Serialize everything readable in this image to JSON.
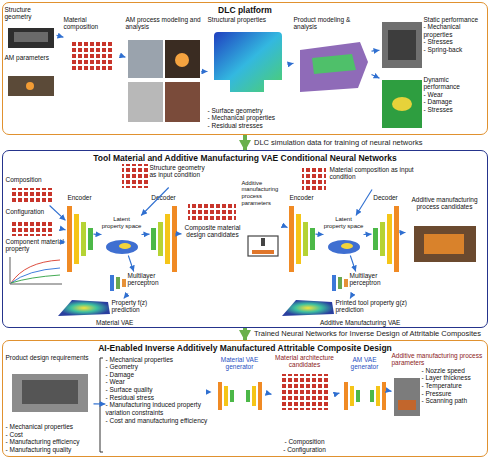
{
  "diagram": {
    "nodes": [
      {
        "text": [
          "DLC platform"
        ]
      },
      {
        "text": [
          "Structure geometry"
        ],
        "in": 0
      },
      {
        "text": [
          "AM parameters"
        ],
        "in": 0
      },
      {
        "text": [
          "Material composition"
        ],
        "in": 0
      },
      {
        "text": [
          "AM process modeling and analysis"
        ],
        "in": 0
      },
      {
        "text": [
          "Structural properties",
          "- Surface geometry",
          "- Mechanical properties",
          "- Residual stresses"
        ],
        "in": 0
      },
      {
        "text": [
          "Product modeling & analysis"
        ],
        "in": 0
      },
      {
        "text": [
          "Static performance",
          "- Mechanical properties",
          "- Stresses",
          "- Spring-back"
        ],
        "in": 0
      },
      {
        "text": [
          "Dynamic performance",
          "- Wear",
          "- Damage",
          "- Stresses"
        ],
        "in": 0
      },
      {
        "text": [
          "Tool Material and Additive Manufacturing VAE Conditional Neural Networks"
        ]
      },
      {
        "text": [
          "Structure geometry as input condition"
        ],
        "in": 9
      },
      {
        "text": [
          "Composition"
        ],
        "in": 9
      },
      {
        "text": [
          "Configuration"
        ],
        "in": 9
      },
      {
        "text": [
          "Component material property"
        ],
        "in": 9
      },
      {
        "text": [
          "Encoder"
        ],
        "in": 9
      },
      {
        "text": [
          "Latent property space"
        ],
        "in": 9
      },
      {
        "text": [
          "Decoder"
        ],
        "in": 9
      },
      {
        "text": [
          "Composite material design candidates"
        ],
        "in": 9
      },
      {
        "text": [
          "Multilayer perceptron"
        ],
        "in": 9
      },
      {
        "text": [
          "Property f(z) prediction"
        ],
        "in": 9
      },
      {
        "text": [
          "Material composition as input condition"
        ],
        "in": 9
      },
      {
        "text": [
          "Additive manufacturing process parameters"
        ],
        "in": 9
      },
      {
        "text": [
          "Encoder"
        ],
        "in": 9
      },
      {
        "text": [
          "Latent property space"
        ],
        "in": 9
      },
      {
        "text": [
          "Decoder"
        ],
        "in": 9
      },
      {
        "text": [
          "Additive manufacturing process candidates"
        ],
        "in": 9
      },
      {
        "text": [
          "Multilayer perceptron"
        ],
        "in": 9
      },
      {
        "text": [
          "Printed tool property g(z) prediction"
        ],
        "in": 9
      },
      {
        "text": [
          "AI-Enabled Inverse Additively Manufactured Attritable Composite Design"
        ]
      },
      {
        "text": [
          "Product design requirements",
          "- Mechanical properties",
          "- Cost",
          "- Manufacturing efficiency",
          "- Manufacturing quality"
        ],
        "in": 28
      },
      {
        "text": [
          "- Mechanical properties",
          "- Geometry",
          "- Damage",
          "- Wear",
          "- Surface quality",
          "- Residual stress",
          "- Manufacturing induced property variation constraints",
          "- Cost and manufacturing efficiency"
        ],
        "in": 28
      },
      {
        "text": [
          "Material VAE generator"
        ],
        "in": 28
      },
      {
        "text": [
          "Material architecture candidates",
          "- Composition",
          "- Configuration"
        ],
        "in": 28
      },
      {
        "text": [
          "AM VAE generator"
        ],
        "in": 28
      },
      {
        "text": [
          "Additive manufacturing process parameters",
          "- Nozzle speed",
          "- Layer thickness",
          "- Temperature",
          "- Pressure",
          "- Scanning path"
        ],
        "in": 28
      }
    ],
    "edges": [
      {
        "from": 0,
        "to": 9,
        "arrow": "to",
        "label": "DLC simulation data for training of neural networks"
      },
      {
        "from": 9,
        "to": 28,
        "arrow": "to",
        "label": "Trained Neural Networks for Inverse Design of Attritable Composites"
      },
      {
        "from": 1,
        "to": 3,
        "arrow": "to"
      },
      {
        "from": 3,
        "to": 4,
        "arrow": "to"
      },
      {
        "from": 4,
        "to": 5,
        "arrow": "to"
      },
      {
        "from": 5,
        "to": 6,
        "arrow": "to"
      },
      {
        "from": 6,
        "to": 7,
        "arrow": "to"
      },
      {
        "from": 6,
        "to": 8,
        "arrow": "to"
      },
      {
        "from": 11,
        "to": 14,
        "arrow": "to"
      },
      {
        "from": 12,
        "to": 14,
        "arrow": "to"
      },
      {
        "from": 13,
        "to": 14,
        "arrow": "to"
      },
      {
        "from": 10,
        "to": 15,
        "arrow": "to"
      },
      {
        "from": 14,
        "to": 15,
        "arrow": "to"
      },
      {
        "from": 15,
        "to": 16,
        "arrow": "to"
      },
      {
        "from": 16,
        "to": 17,
        "arrow": "to"
      },
      {
        "from": 15,
        "to": 18,
        "arrow": "to"
      },
      {
        "from": 18,
        "to": 19,
        "arrow": "to"
      },
      {
        "from": 21,
        "to": 22,
        "arrow": "to"
      },
      {
        "from": 20,
        "to": 23,
        "arrow": "to"
      },
      {
        "from": 22,
        "to": 23,
        "arrow": "to"
      },
      {
        "from": 23,
        "to": 24,
        "arrow": "to"
      },
      {
        "from": 24,
        "to": 25,
        "arrow": "to"
      },
      {
        "from": 23,
        "to": 26,
        "arrow": "to"
      },
      {
        "from": 26,
        "to": 27,
        "arrow": "to"
      },
      {
        "from": 29,
        "to": 30,
        "arrow": "to"
      },
      {
        "from": 30,
        "to": 31,
        "arrow": "to"
      },
      {
        "from": 31,
        "to": 32,
        "arrow": "to"
      },
      {
        "from": 32,
        "to": 33,
        "arrow": "to"
      },
      {
        "from": 33,
        "to": 34,
        "arrow": "to"
      }
    ],
    "labels": [
      "Material VAE",
      "Additive Manufacturing VAE"
    ]
  }
}
